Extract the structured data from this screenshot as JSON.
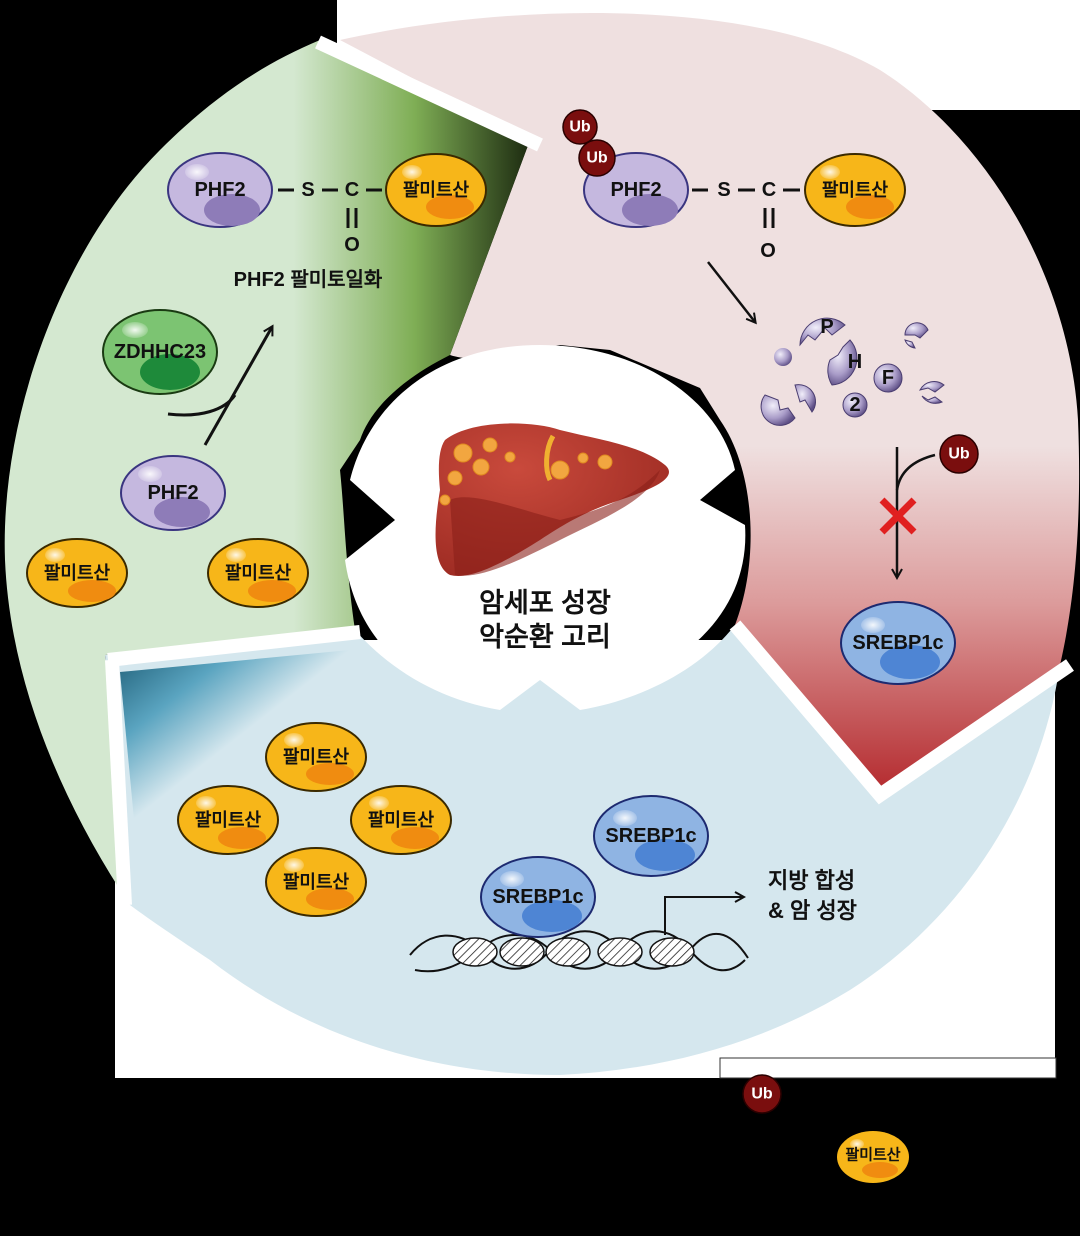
{
  "diagram": {
    "center": {
      "title_line1": "암세포 성장",
      "title_line2": "악순환 고리",
      "icon": "liver-with-tumors"
    },
    "colors": {
      "green_segment": "#d4e8d0",
      "pink_segment": "#efe0e0",
      "blue_segment": "#d5e7ee",
      "phf2": "#c5b8df",
      "palmitate": "#f7b619",
      "srebp1c": "#8fb4e3",
      "zdhhc23": "#7cc472",
      "ub": "#7a0e0e",
      "block_x": "#e02020",
      "liver": "#b9362e"
    },
    "green_segment": {
      "complex": {
        "protein": "PHF2",
        "s_atom": "S",
        "c_atom": "C",
        "o_atom": "O",
        "lipid": "팔미트산"
      },
      "caption": "PHF2 팔미토일화",
      "enzyme": "ZDHHC23",
      "substrate_protein": "PHF2",
      "substrate_lipids": [
        "팔미트산",
        "팔미트산"
      ]
    },
    "pink_segment": {
      "ubiquitins": [
        "Ub",
        "Ub"
      ],
      "complex": {
        "protein": "PHF2",
        "s_atom": "S",
        "c_atom": "C",
        "o_atom": "O",
        "lipid": "팔미트산"
      },
      "fragments": [
        "P",
        "H",
        "F",
        "2"
      ],
      "blocked_ub": "Ub",
      "target": "SREBP1c"
    },
    "blue_segment": {
      "lipids": [
        "팔미트산",
        "팔미트산",
        "팔미트산",
        "팔미트산"
      ],
      "srebp_a": "SREBP1c",
      "srebp_b": "SREBP1c",
      "outcome_line1": "지방 합성",
      "outcome_line2": "& 암 성장"
    },
    "legend": {
      "ub_label": "Ub",
      "palmitate_label": "팔미트산"
    }
  }
}
